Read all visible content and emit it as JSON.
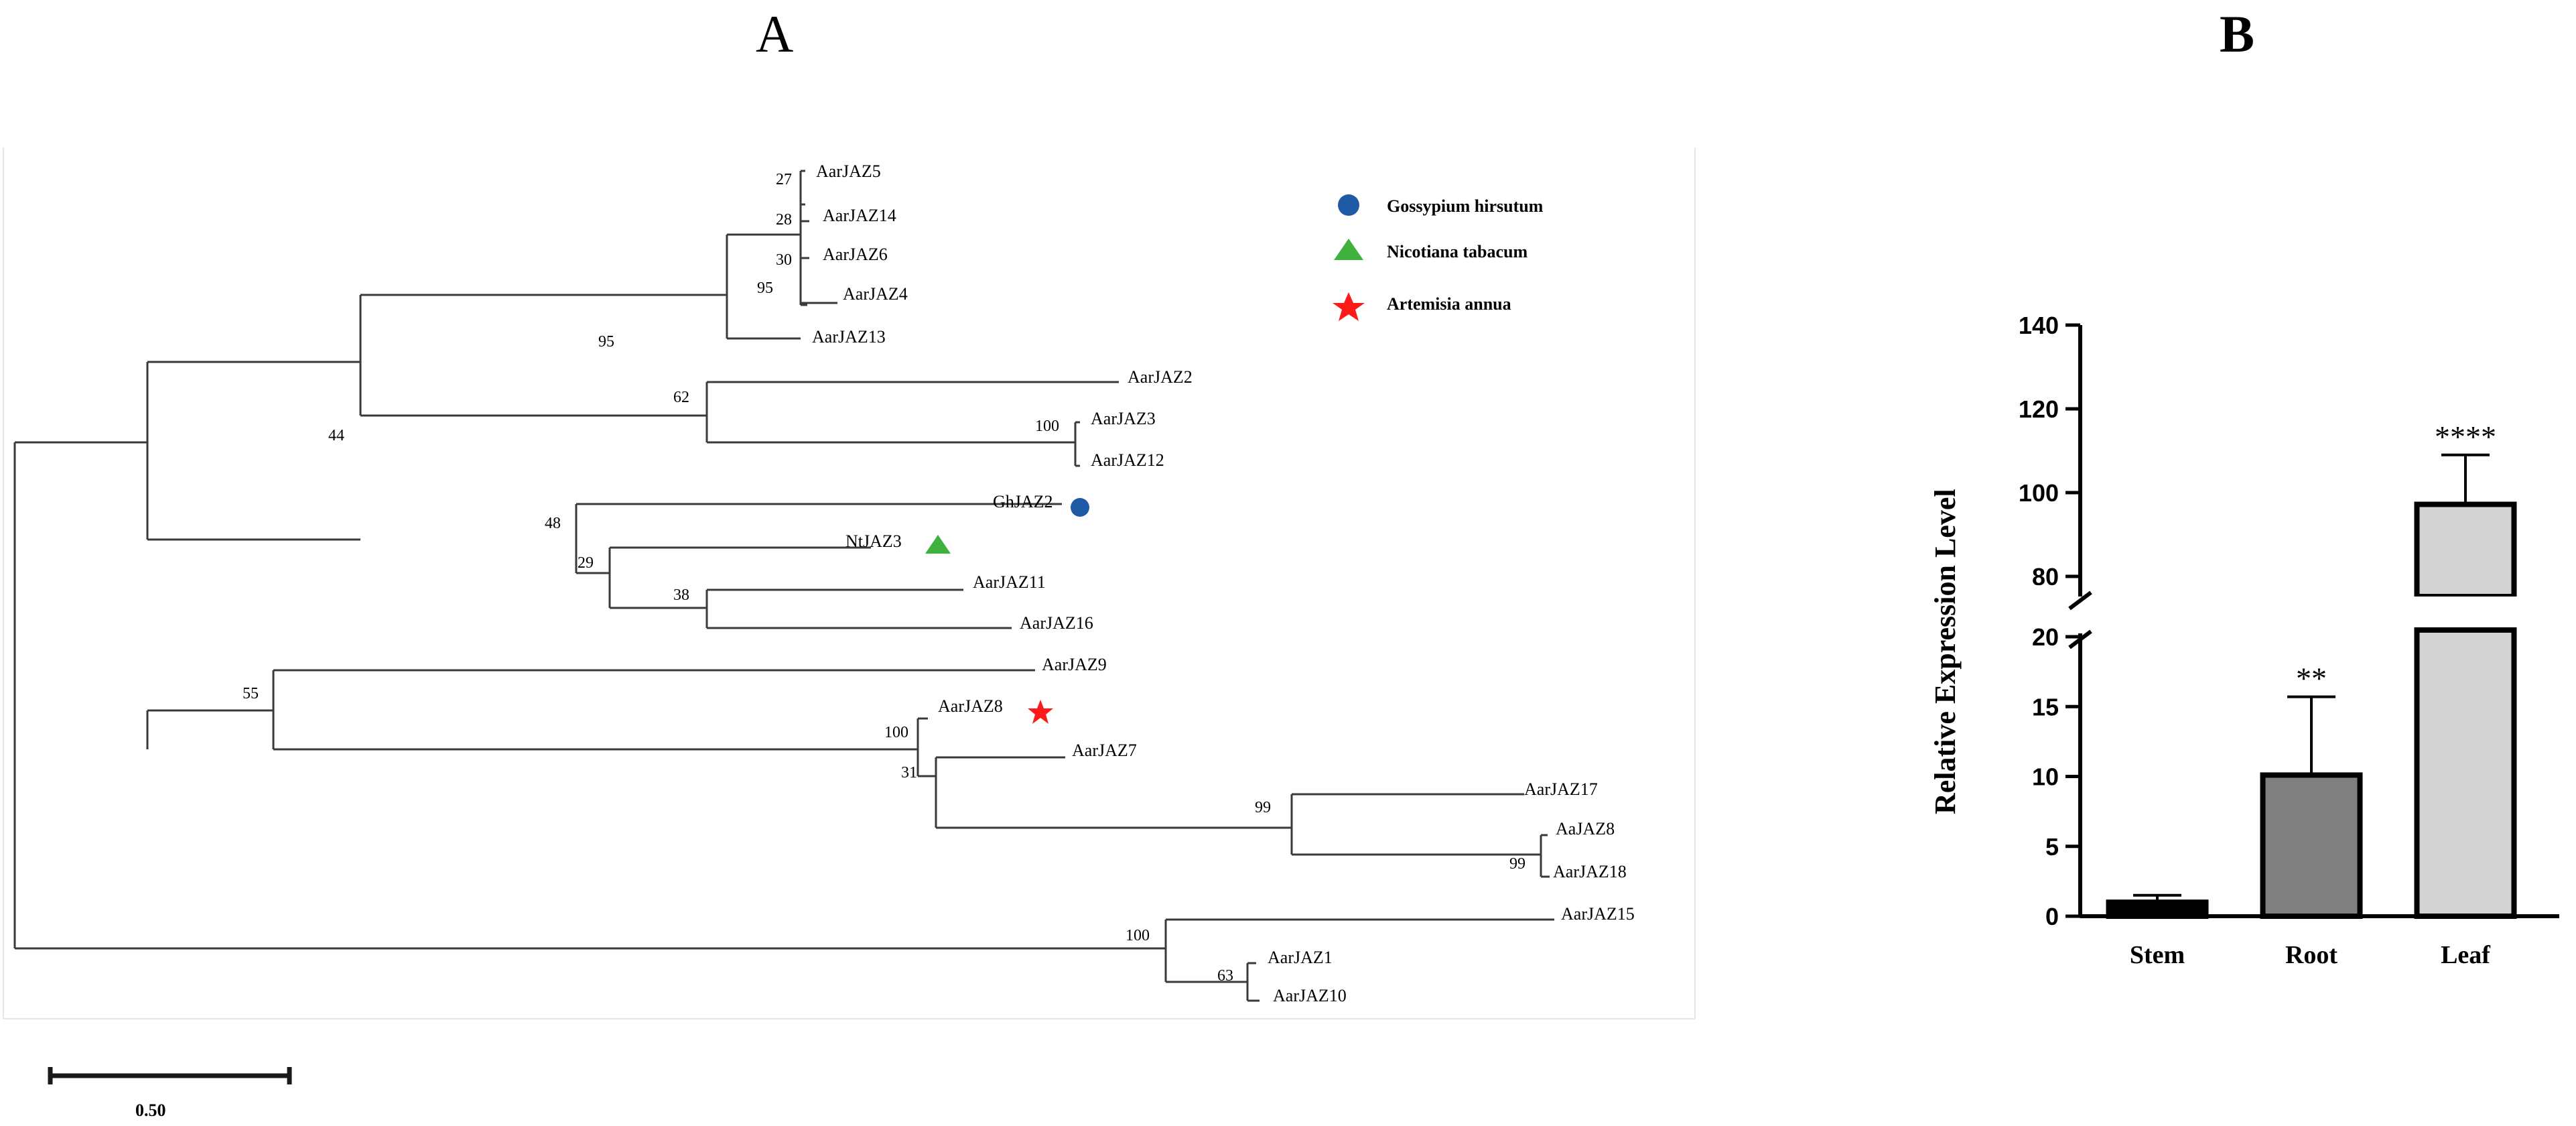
{
  "panels": {
    "a_label": "A",
    "b_label": "B"
  },
  "legend": [
    {
      "label": "Gossypium hirsutum",
      "shape": "circle",
      "color": "#1f5aa6"
    },
    {
      "label": "Nicotiana tabacum",
      "shape": "triangle",
      "color": "#3fb13f"
    },
    {
      "label": "Artemisia annua",
      "shape": "star",
      "color": "#ff1a1a"
    }
  ],
  "tree": {
    "leaves": [
      "AarJAZ5",
      "AarJAZ14",
      "AarJAZ6",
      "AarJAZ4",
      "AarJAZ13",
      "AarJAZ2",
      "AarJAZ3",
      "AarJAZ12",
      "GhJAZ2",
      "NtJAZ3",
      "AarJAZ11",
      "AarJAZ16",
      "AarJAZ9",
      "AarJAZ8",
      "AarJAZ7",
      "AarJAZ17",
      "AaJAZ8",
      "AarJAZ18",
      "AarJAZ15",
      "AarJAZ1",
      "AarJAZ10"
    ],
    "bootstrap": [
      "27",
      "28",
      "30",
      "95",
      "95",
      "62",
      "100",
      "44",
      "48",
      "29",
      "38",
      "55",
      "100",
      "31",
      "99",
      "99",
      "100",
      "63"
    ],
    "scale_bar": "0.50"
  },
  "chart_data": {
    "type": "bar",
    "categories": [
      "Stem",
      "Root",
      "Leaf"
    ],
    "values": [
      1,
      10.1,
      97.2
    ],
    "errors": [
      0.5,
      5.6,
      11.8
    ],
    "significance": [
      "",
      "**",
      "****"
    ],
    "colors": [
      "#000000",
      "#808080",
      "#d3d3d3"
    ],
    "ylabel": "Relative Expression Level",
    "lower_segment": {
      "ylim": [
        0,
        20
      ],
      "ticks": [
        0,
        5,
        10,
        15,
        20
      ]
    },
    "upper_segment": {
      "ylim": [
        72,
        140
      ],
      "ticks": [
        80,
        100,
        120,
        140
      ]
    },
    "axis_break": true
  }
}
